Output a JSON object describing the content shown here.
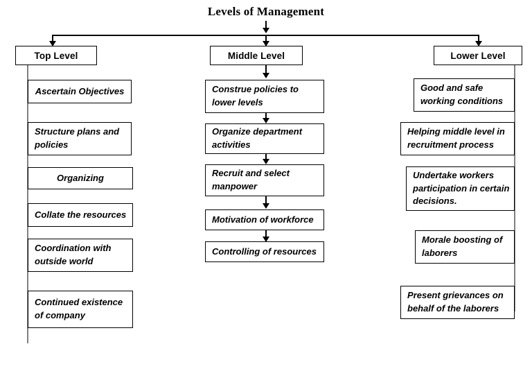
{
  "title": "Levels of Management",
  "columns": [
    {
      "id": "top-level",
      "header": "Top Level",
      "items": [
        {
          "text": "Ascertain Objectives",
          "align": "center"
        },
        {
          "text": "Structure plans and policies",
          "align": "left"
        },
        {
          "text": "Organizing",
          "align": "center"
        },
        {
          "text": "Collate the resources",
          "align": "left"
        },
        {
          "text": "Coordination with outside world",
          "align": "left"
        },
        {
          "text": "Continued existence of company",
          "align": "left"
        }
      ]
    },
    {
      "id": "middle-level",
      "header": "Middle Level",
      "items": [
        {
          "text": "Construe policies to lower levels",
          "align": "left"
        },
        {
          "text": "Organize department activities",
          "align": "left"
        },
        {
          "text": "Recruit and select manpower",
          "align": "left"
        },
        {
          "text": "Motivation of workforce",
          "align": "left"
        },
        {
          "text": "Controlling of resources",
          "align": "left"
        }
      ]
    },
    {
      "id": "lower-level",
      "header": "Lower Level",
      "items": [
        {
          "text": "Good and safe working conditions",
          "align": "left"
        },
        {
          "text": "Helping middle level in recruitment process",
          "align": "left"
        },
        {
          "text": "Undertake workers participation in certain decisions.",
          "align": "left"
        },
        {
          "text": "Morale boosting of laborers",
          "align": "left"
        },
        {
          "text": "Present grievances on behalf of the laborers",
          "align": "left"
        }
      ]
    }
  ],
  "colors": {
    "line": "#000000",
    "spine": "#808080",
    "text": "#000000",
    "background": "#ffffff"
  }
}
